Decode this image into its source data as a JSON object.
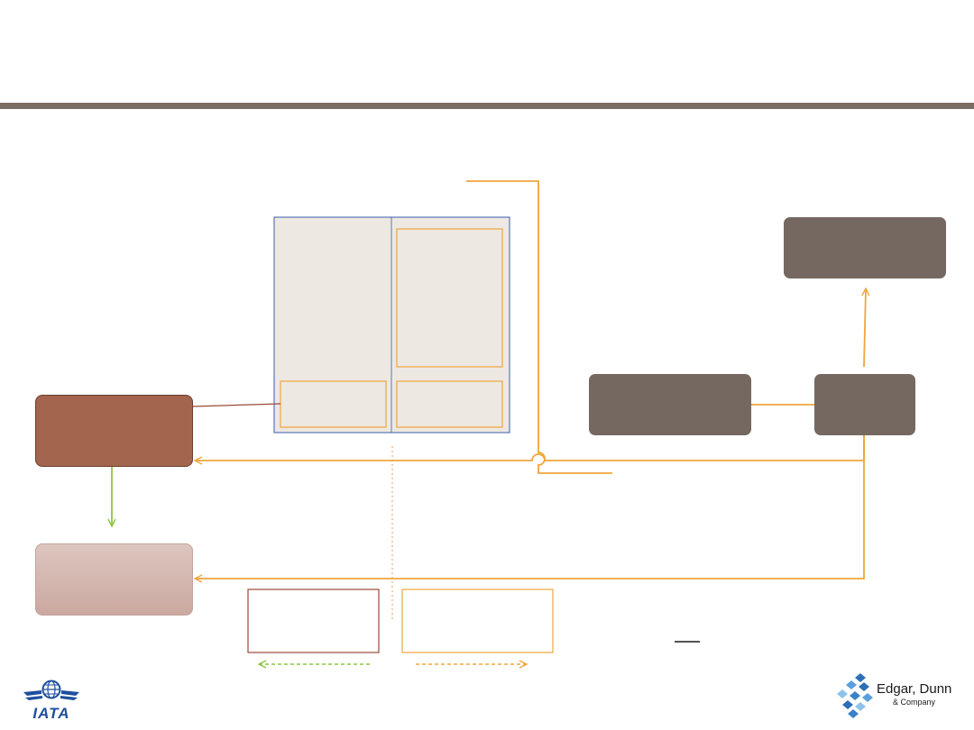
{
  "header": {
    "rule_color": "#7a6d63"
  },
  "logos": {
    "left": {
      "name": "IATA"
    },
    "right": {
      "name": "Edgar, Dunn",
      "subtitle": "& Company"
    }
  },
  "colors": {
    "connector_orange": "#f0a53c",
    "connector_green": "#8cc63f",
    "connector_brown": "#9a4a37",
    "box_brown": "#a3654d",
    "box_pink": "#d6bcb5",
    "box_gray": "#756860",
    "panel_fill": "#ede8e1",
    "panel_border": "#3b5bab"
  }
}
